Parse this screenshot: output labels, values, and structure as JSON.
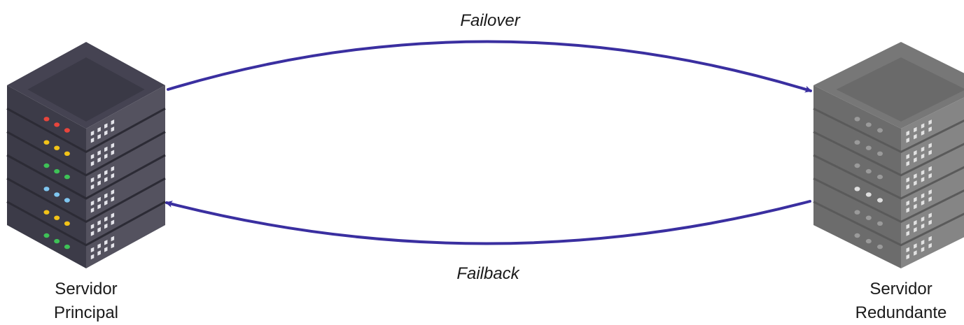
{
  "nodes": [
    {
      "id": "principal",
      "label_line1": "Servidor",
      "label_line2": "Principal",
      "palette": {
        "top": "#454352",
        "top_inset": "#3a3946",
        "left": "#3c3b48",
        "right": "#54525f",
        "divider": "#2c2b35",
        "grid": "#e4e4ea"
      },
      "led_colors": [
        "#e8453c",
        "#f2c318",
        "#3ec257",
        "#7fc6f0",
        "#f2c318",
        "#3ec257"
      ]
    },
    {
      "id": "redundante",
      "label_line1": "Servidor",
      "label_line2": "Redundante",
      "palette": {
        "top": "#777777",
        "top_inset": "#6a6a6a",
        "left": "#6c6c6c",
        "right": "#858585",
        "divider": "#5a5a5a",
        "grid": "#e2e2e2"
      },
      "led_colors": [
        "#9a9a9a",
        "#9a9a9a",
        "#9a9a9a",
        "#dedede",
        "#9a9a9a",
        "#9a9a9a"
      ]
    }
  ],
  "edges": [
    {
      "id": "failover",
      "label": "Failover",
      "from": "principal",
      "to": "redundante"
    },
    {
      "id": "failback",
      "label": "Failback",
      "from": "redundante",
      "to": "principal"
    }
  ],
  "arrow_color": "#3a2fa0"
}
